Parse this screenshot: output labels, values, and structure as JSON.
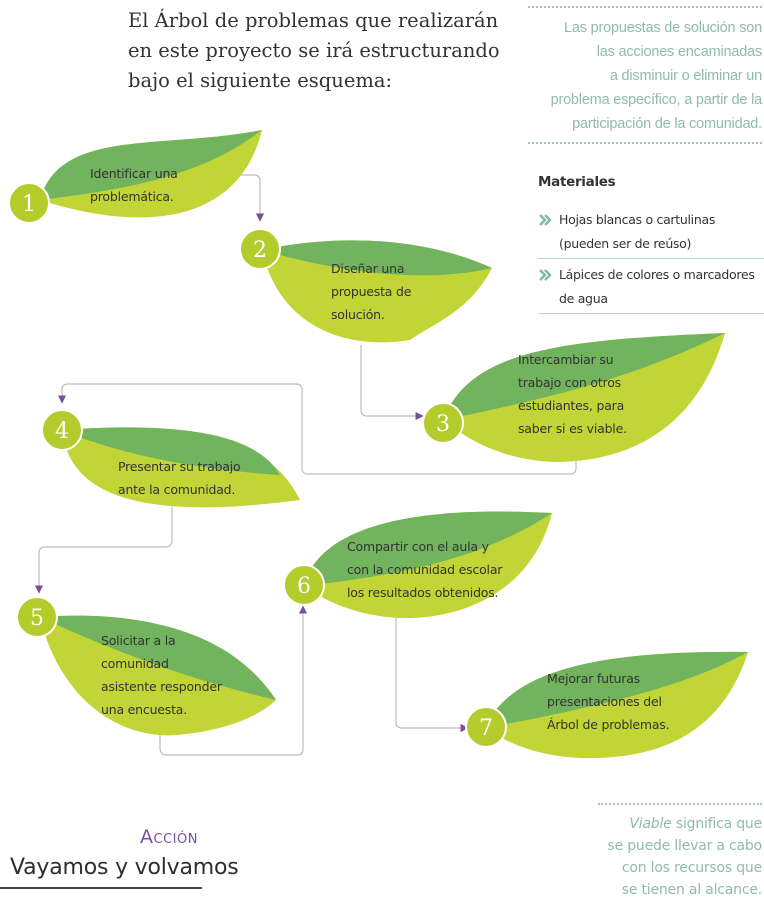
{
  "intro": {
    "lines": [
      "El Árbol de problemas que realizarán",
      "en este proyecto se irá estructurando",
      "bajo el siguiente esquema:"
    ]
  },
  "side_note": {
    "lines": [
      "Las propuestas de solución son",
      "las acciones encaminadas",
      "a disminuir o eliminar un",
      "problema específico, a partir de la",
      "participación de la comunidad."
    ]
  },
  "materials": {
    "title": "Materiales",
    "items": [
      {
        "lines": [
          "Hojas blancas o cartulinas",
          "(pueden ser de reúso)"
        ]
      },
      {
        "lines": [
          "Lápices de colores o marcadores",
          "de agua"
        ]
      }
    ]
  },
  "steps": [
    {
      "number": "1",
      "lines": [
        "Identificar una",
        "problemática."
      ]
    },
    {
      "number": "2",
      "lines": [
        "Diseñar una",
        "propuesta de",
        "solución."
      ]
    },
    {
      "number": "3",
      "lines": [
        "Intercambiar su",
        "trabajo con otros",
        "estudiantes, para",
        "saber si es viable."
      ]
    },
    {
      "number": "4",
      "lines": [
        "Presentar su trabajo",
        "ante la comunidad."
      ]
    },
    {
      "number": "5",
      "lines": [
        "Solicitar a la",
        "comunidad",
        "asistente responder",
        "una encuesta."
      ]
    },
    {
      "number": "6",
      "lines": [
        "Compartir con el aula y",
        "con la comunidad escolar",
        "los resultados obtenidos."
      ]
    },
    {
      "number": "7",
      "lines": [
        "Mejorar futuras",
        "presentaciones del",
        "Árbol de problemas."
      ]
    }
  ],
  "section": {
    "label": "Acción",
    "title": "Vayamos y volvamos"
  },
  "viable_note": {
    "term": "Viable",
    "rest_first": " significa que",
    "lines": [
      "se puede llevar a cabo",
      "con los recursos que",
      "se tienen al alcance."
    ]
  },
  "colors": {
    "leaf_dark": "#72b35e",
    "leaf_light": "#c1d636",
    "badge": "#b3cc2c",
    "arrow": "#7b4f9b",
    "connector": "#bdbdbd",
    "note_text": "#8fbca6"
  }
}
